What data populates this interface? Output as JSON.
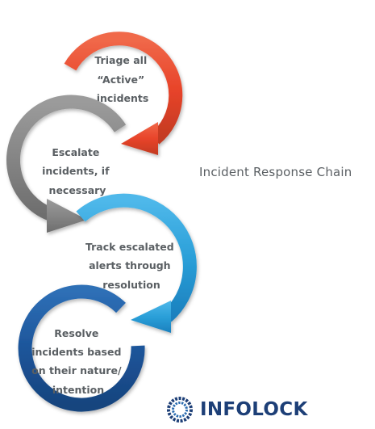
{
  "diagram": {
    "title": "Incident Response Chain",
    "steps": [
      {
        "lines": [
          "Triage all",
          "“Active”",
          "incidents"
        ],
        "color": "#e8513a",
        "icon": "curved-arrow-icon"
      },
      {
        "lines": [
          "Escalate",
          "incidents, if",
          "necessary"
        ],
        "color": "#8f8f8f",
        "icon": "curved-arrow-icon"
      },
      {
        "lines": [
          "Track escalated",
          "alerts through",
          "resolution"
        ],
        "color": "#29a3dc",
        "icon": "curved-arrow-icon"
      },
      {
        "lines": [
          "Resolve",
          "incidents based",
          "on their nature/",
          "intention"
        ],
        "color": "#1f5a9c",
        "icon": "curved-arrow-icon"
      }
    ]
  },
  "logo": {
    "wordmark": "INFOLOCK",
    "icon": "infolock-logo-icon",
    "color": "#1d3f77"
  }
}
